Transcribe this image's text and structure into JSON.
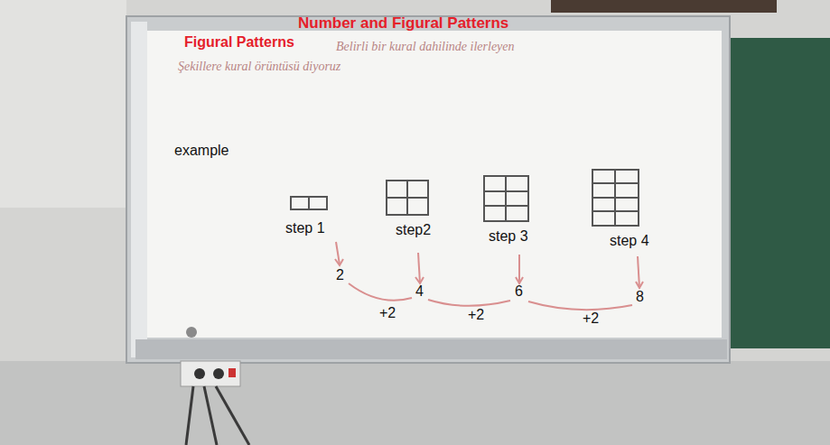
{
  "diagram": {
    "title": "Number and Figural Patterns",
    "labels": [
      "Figural Patterns",
      "Belirli bir kural dahilinde ilerleyen",
      "Şekillere kural örüntüsü diyoruz",
      "example",
      "step 1",
      "step2",
      "step 3",
      "step 4",
      "2",
      "4",
      "6",
      "8",
      "+2",
      "+2",
      "+2"
    ]
  }
}
